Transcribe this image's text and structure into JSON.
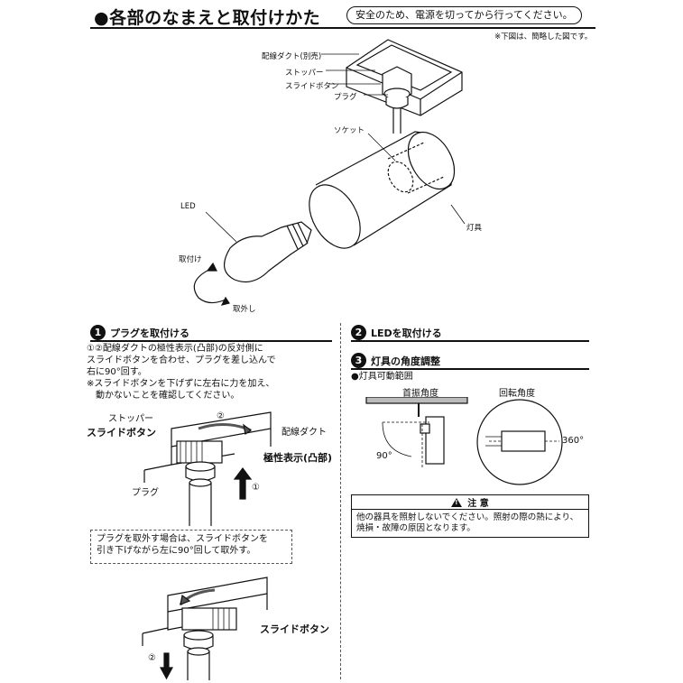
{
  "header": {
    "title": "●各部のなまえと取付けかた",
    "safety_note": "安全のため、電源を切ってから行ってください。",
    "diagram_note": "※下図は、簡略した図です。"
  },
  "main_diagram": {
    "labels": {
      "track": "配線ダクト(別売)",
      "stopper": "ストッパー",
      "slide_button": "スライドボタン",
      "plug": "プラグ",
      "socket": "ソケット",
      "led": "LED",
      "fixture": "灯具",
      "attach": "取付け",
      "remove": "取外し"
    }
  },
  "section1": {
    "number": "1",
    "title": "プラグを取付ける",
    "lines": [
      "①②配線ダクトの極性表示(凸部)の反対側に",
      "スライドボタンを合わせ、プラグを差し込んで",
      "右に90°回す。",
      "※スライドボタンを下げずに左右に力を加え、",
      "　動かないことを確認してください。"
    ],
    "fig1": {
      "stopper": "ストッパー",
      "slide_button": "スライドボタン",
      "track": "配線ダクト",
      "polarity": "極性表示(凸部)",
      "plug": "プラグ",
      "step1": "①",
      "step2": "②"
    },
    "removal_note": [
      "プラグを取外す場合は、スライドボタンを",
      "引き下げながら左に90°回して取外す。"
    ],
    "fig2": {
      "slide_button": "スライドボタン",
      "step2": "②"
    }
  },
  "section2": {
    "number": "2",
    "title": "LEDを取付ける"
  },
  "section3": {
    "number": "3",
    "title": "灯具の角度調整",
    "subtitle": "●灯具可動範囲",
    "tilt_label": "首振角度",
    "rotate_label": "回転角度",
    "tilt_value": "90°",
    "rotate_value": "360°"
  },
  "caution": {
    "title": "注 意",
    "lines": [
      "他の器具を照射しないでください。照射の際の熱により、",
      "焼損・故障の原因となります。"
    ]
  }
}
